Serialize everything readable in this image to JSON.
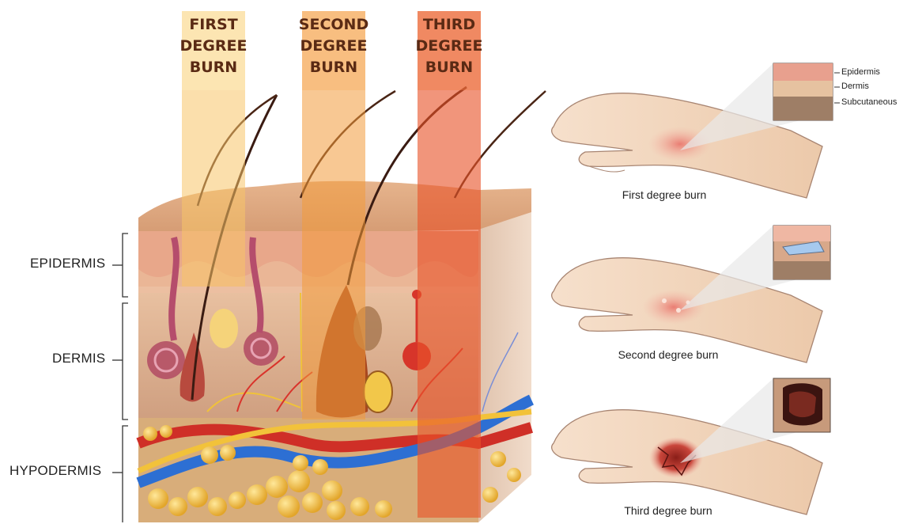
{
  "layers": {
    "epidermis": "EPIDERMIS",
    "dermis": "DERMIS",
    "hypodermis": "HYPODERMIS"
  },
  "burn_columns": [
    {
      "line1": "FIRST",
      "line2": "DEGREE",
      "line3": "BURN",
      "color": "#f7c468"
    },
    {
      "line1": "SECOND",
      "line2": "DEGREE",
      "line3": "BURN",
      "color": "#f39a3a"
    },
    {
      "line1": "THIRD",
      "line2": "DEGREE",
      "line3": "BURN",
      "color": "#e8542a"
    }
  ],
  "captions": {
    "first": "First degree burn",
    "second": "Second degree burn",
    "third": "Third degree burn"
  },
  "inset_labels": {
    "epidermis": "Epidermis",
    "dermis": "Dermis",
    "subcutaneous": "Subcutaneous"
  },
  "colors": {
    "skin": "#f2d3b4",
    "dermis": "#d9a986",
    "fat": "#f2b53a",
    "artery": "#d9332b",
    "vein": "#2b6fd1",
    "nerve": "#f0c23a"
  }
}
